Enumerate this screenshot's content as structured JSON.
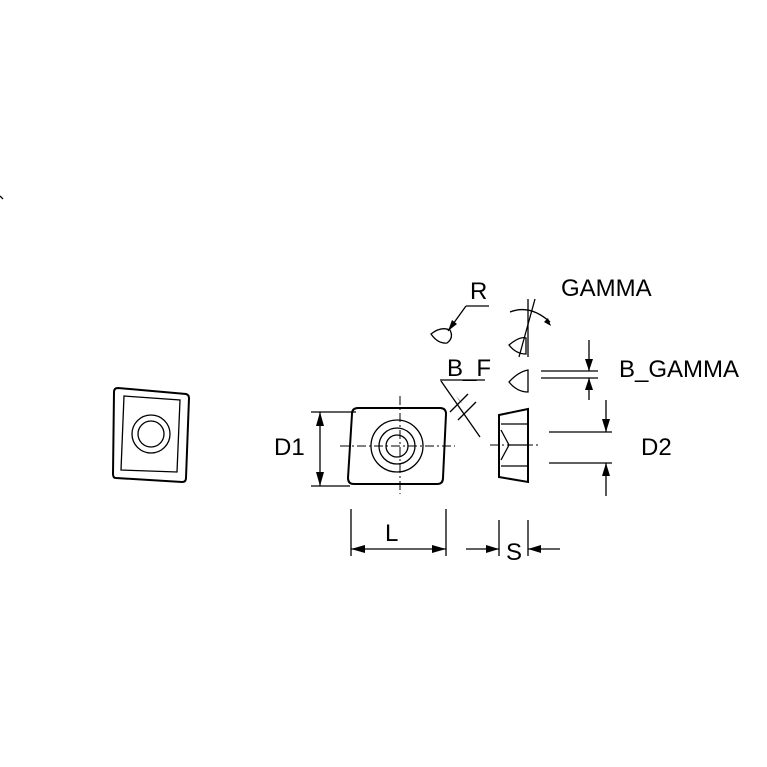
{
  "labels": {
    "r": "R",
    "gamma": "GAMMA",
    "b_f": "B_F",
    "b_gamma": "B_GAMMA",
    "d1": "D1",
    "d2": "D2",
    "l": "L",
    "s": "S"
  }
}
